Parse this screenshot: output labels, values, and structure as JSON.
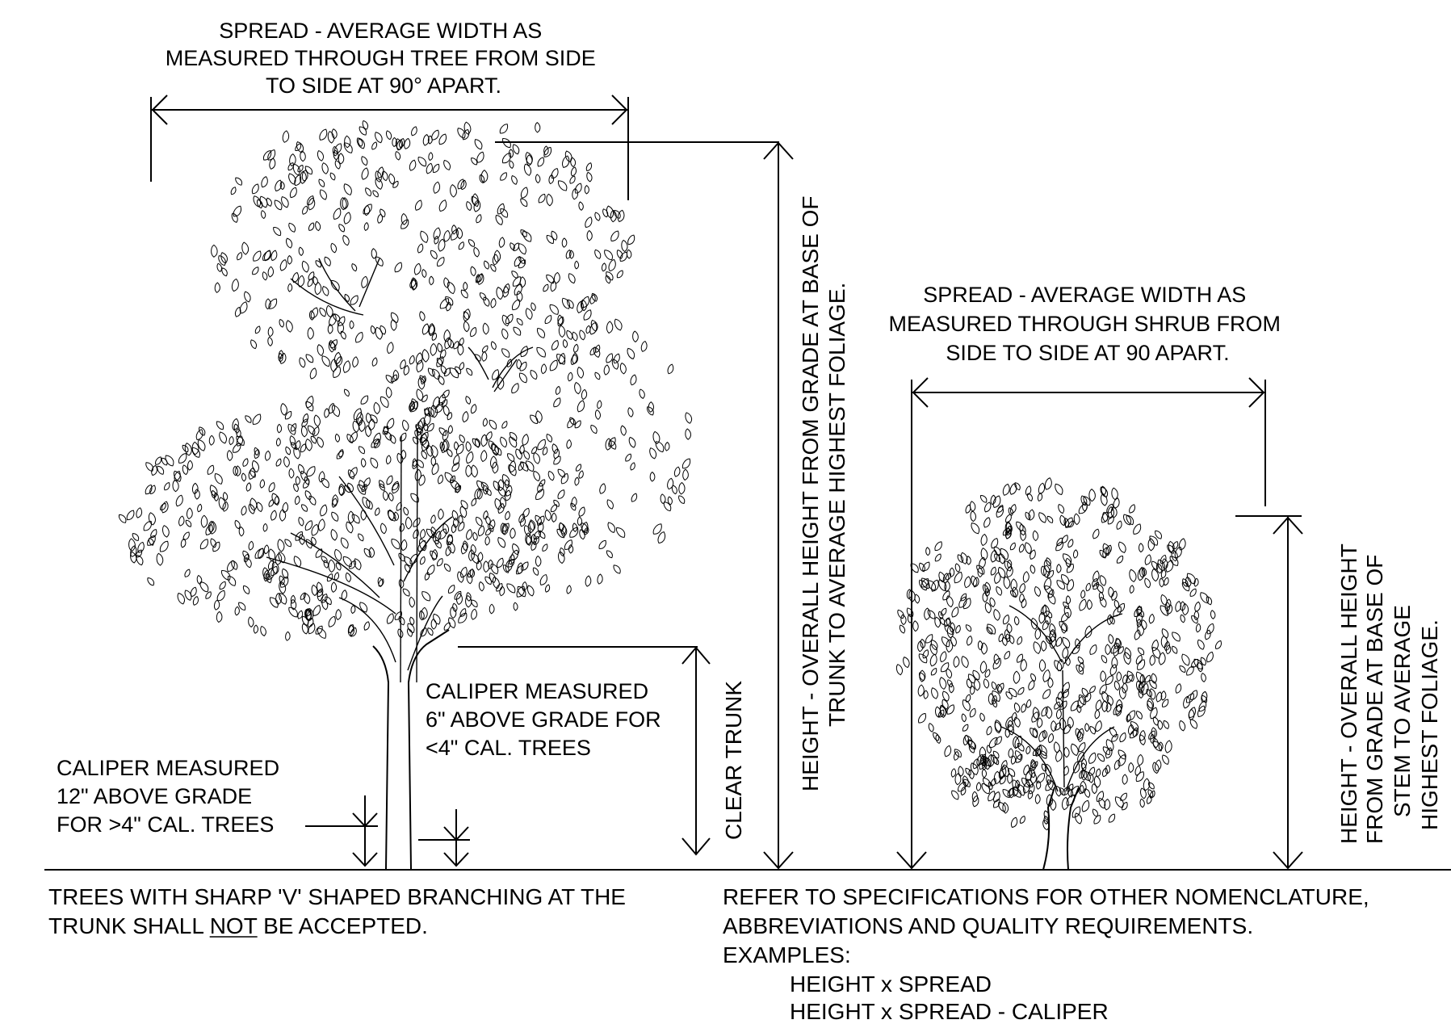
{
  "tree": {
    "spread_label": [
      "SPREAD - AVERAGE WIDTH AS",
      "MEASURED THROUGH TREE FROM SIDE",
      "TO SIDE AT 90° APART."
    ],
    "height_label": [
      "HEIGHT - OVERALL HEIGHT FROM GRADE AT BASE OF",
      "TRUNK TO AVERAGE HIGHEST FOLIAGE."
    ],
    "clear_trunk_label": "CLEAR TRUNK",
    "caliper_small_label": [
      "CALIPER MEASURED",
      "6\" ABOVE GRADE FOR",
      "<4\" CAL. TREES"
    ],
    "caliper_large_label": [
      "CALIPER MEASURED",
      "12\" ABOVE GRADE",
      "FOR >4\" CAL. TREES"
    ]
  },
  "shrub": {
    "spread_label": [
      "SPREAD - AVERAGE WIDTH AS",
      "MEASURED THROUGH SHRUB FROM",
      "SIDE TO SIDE AT 90 APART."
    ],
    "height_label": [
      "HEIGHT - OVERALL HEIGHT",
      "FROM GRADE AT BASE OF",
      "STEM TO AVERAGE",
      "HIGHEST FOLIAGE."
    ]
  },
  "notes": {
    "v_branching_line1": "TREES WITH SHARP 'V' SHAPED BRANCHING AT THE",
    "v_branching_line2_pre": "TRUNK SHALL ",
    "v_branching_line2_not": "NOT",
    "v_branching_line2_post": " BE ACCEPTED.",
    "refer_lines": [
      "REFER TO SPECIFICATIONS FOR OTHER NOMENCLATURE,",
      "ABBREVIATIONS AND QUALITY REQUIREMENTS.",
      "EXAMPLES:"
    ],
    "examples": [
      "HEIGHT x SPREAD",
      "HEIGHT x SPREAD - CALIPER"
    ]
  }
}
